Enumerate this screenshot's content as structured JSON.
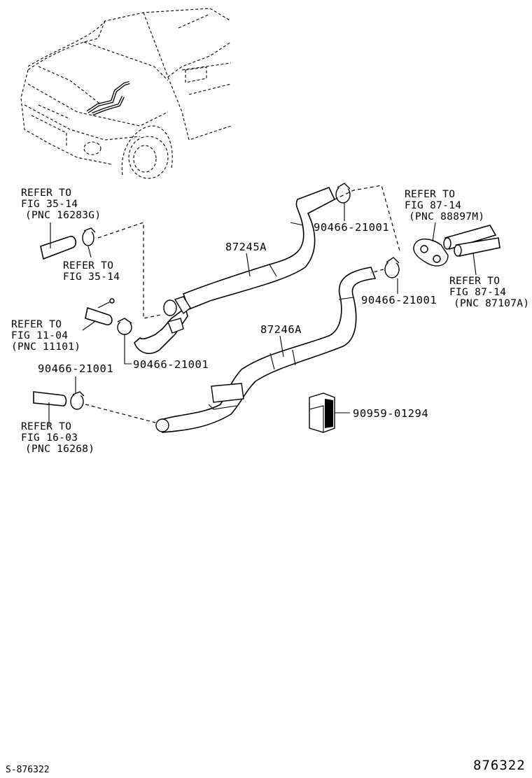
{
  "refs": {
    "ref_35_14_a": {
      "line1": "REFER TO",
      "line2": "FIG 35-14",
      "line3": "(PNC 16283G)"
    },
    "ref_35_14_b": {
      "line1": "REFER TO",
      "line2": "FIG 35-14"
    },
    "ref_87_14_a": {
      "line1": "REFER TO",
      "line2": "FIG 87-14",
      "line3": "(PNC 88897M)"
    },
    "ref_87_14_b": {
      "line1": "REFER TO",
      "line2": "FIG 87-14",
      "line3": "(PNC 87107A)"
    },
    "ref_11_04": {
      "line1": "REFER TO",
      "line2": "FIG 11-04",
      "line3": "(PNC 11101)"
    },
    "ref_16_03": {
      "line1": "REFER TO",
      "line2": "FIG 16-03",
      "line3": "(PNC 16268)"
    }
  },
  "parts": {
    "hose_87245a": "87245A",
    "hose_87246a": "87246A",
    "clamp_top": "90466-21001",
    "clamp_right": "90466-21001",
    "clamp_center": "90466-21001",
    "clamp_left": "90466-21001",
    "grommet": "90959-01294"
  },
  "footer": {
    "sheet_code": "S-876322",
    "figure_number": "876322"
  }
}
